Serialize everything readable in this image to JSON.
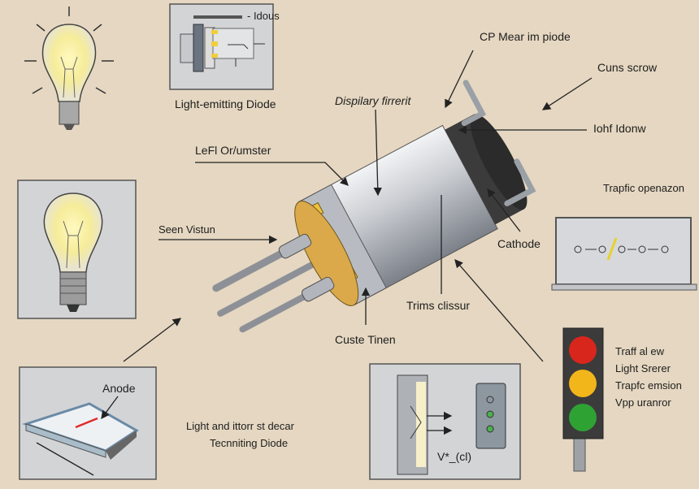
{
  "title_box": {
    "tag": "- Idous",
    "caption": "Light-emitting Diode"
  },
  "labels": {
    "cp_mear": "CP Mear im piode",
    "cuns_scrow": "Cuns scrow",
    "iohf_idonw": "Iohf Idonw",
    "trapfic_openazon": "Trapfic openazon",
    "dispilary": "Dispilary firrerit",
    "left_or": "LeFl Or/umster",
    "seen_vistun": "Seen Vistun",
    "cathode": "Cathode",
    "trims": "Trims clissur",
    "custe": "Custe Tinen",
    "anode": "Anode",
    "bottom_line1": "Light and ittorr st decar",
    "bottom_line2": "Tecnniting Diode",
    "circuit_label": "V*_(cl)"
  },
  "traffic_light": {
    "lines": [
      "Traff al ew",
      "Light Srerer",
      "Trapfc emsion",
      "Vpp uranror"
    ],
    "colors": {
      "red": "#d9261c",
      "yellow": "#f2b51a",
      "green": "#2fa234"
    }
  },
  "colors": {
    "background": "#e5d7c1",
    "panel": "#d3d4d6",
    "led_amber": "#e0a93c"
  }
}
